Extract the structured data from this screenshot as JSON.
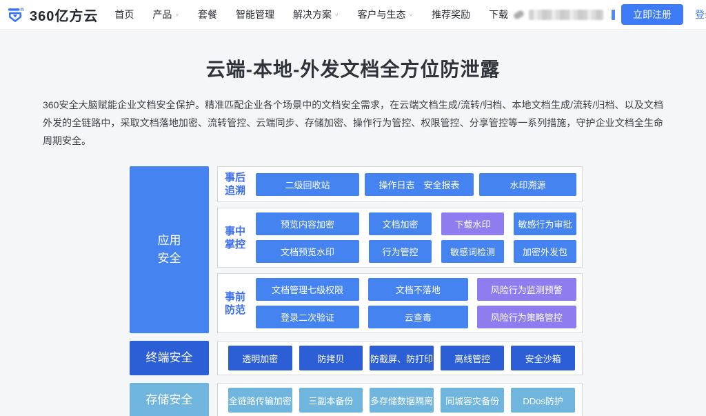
{
  "navbar": {
    "logo_text": "360亿方云",
    "items": [
      {
        "label": "首页",
        "dropdown": false
      },
      {
        "label": "产品",
        "dropdown": true
      },
      {
        "label": "套餐",
        "dropdown": false
      },
      {
        "label": "智能管理",
        "dropdown": false
      },
      {
        "label": "解决方案",
        "dropdown": true
      },
      {
        "label": "客户与生态",
        "dropdown": true
      },
      {
        "label": "推荐奖励",
        "dropdown": false
      },
      {
        "label": "下载",
        "dropdown": false
      }
    ],
    "register_label": "立即注册",
    "login_label": "登录"
  },
  "hero": {
    "title": "云端-本地-外发文档全方位防泄露",
    "description": "360安全大脑赋能企业文档安全保护。精准匹配企业各个场景中的文档安全需求，在云端文档生成/流转/归档、本地文档生成/流转/归档、以及文档外发的全链路中，采取文档落地加密、流转管控、云端同步、存储加密、操作行为管控、权限管控、分享管控等一系列措施，守护企业文档全生命周期安全。"
  },
  "diagram": {
    "colors": {
      "primary_blue": "#4584F0",
      "purple": "#8F7CEE",
      "dark_blue": "#2C5FD6",
      "light_blue": "#6FB5DE",
      "group_label_blue": "#3B6EF0"
    },
    "application": {
      "label_lines": [
        "应用",
        "安全"
      ],
      "groups": [
        {
          "label_lines": [
            "事后",
            "追溯"
          ],
          "rows": [
            [
              "二级回收站",
              "操作日志　安全报表",
              "水印溯源"
            ]
          ]
        },
        {
          "label_lines": [
            "事中",
            "掌控"
          ],
          "rows": [
            [
              "预览内容加密",
              "文档加密",
              {
                "t": "下载水印",
                "c": "purple"
              },
              "敏感行为审批"
            ],
            [
              "文档预览水印",
              "行为管控",
              "敏感词检测",
              "加密外发包"
            ]
          ]
        },
        {
          "label_lines": [
            "事前",
            "防范"
          ],
          "rows": [
            [
              "文档管理七级权限",
              "文档不落地",
              {
                "t": "风险行为监测预警",
                "c": "purple"
              }
            ],
            [
              "登录二次验证",
              "云查毒",
              {
                "t": "风险行为策略管控",
                "c": "purple"
              }
            ]
          ]
        }
      ]
    },
    "terminal": {
      "label": "终端安全",
      "items": [
        "透明加密",
        "防拷贝",
        "防截屏、防打印",
        "离线管控",
        "安全沙箱"
      ]
    },
    "storage": {
      "label": "存储安全",
      "items": [
        "全链路传输加密",
        "三副本备份",
        "多存储数据隔离",
        "同城容灾备份",
        "DDos防护"
      ]
    }
  }
}
